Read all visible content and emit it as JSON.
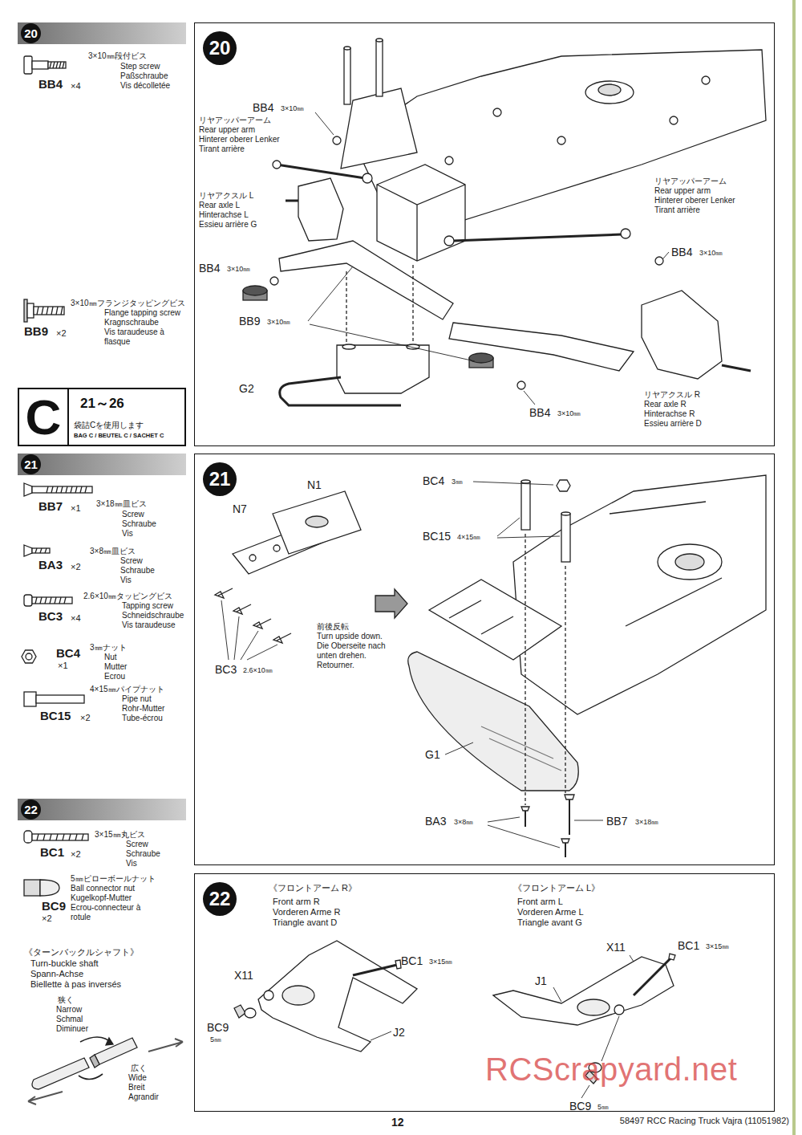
{
  "diagram": {
    "nodes": [
      {
        "text": [
          "20"
        ]
      },
      {
        "text": [
          "20"
        ]
      },
      {
        "text": [
          "C",
          "21～26",
          "袋詰Cを使用します",
          "BAG C / BEUTEL C / SACHET C"
        ]
      },
      {
        "text": [
          "21"
        ]
      },
      {
        "text": [
          "21"
        ]
      },
      {
        "text": [
          "22"
        ]
      },
      {
        "text": [
          "22"
        ]
      }
    ],
    "labels": [
      "3×10㎜段付ビス",
      "Step screw",
      "Paßschraube",
      "Vis décolletée",
      "BB4",
      "×4",
      "3×10㎜フランジタッピングビス",
      "Flange tapping screw",
      "Kragnschraube",
      "Vis taraudeuse à flasque",
      "BB9",
      "×2",
      "BB4",
      "3×10㎜",
      "リヤアッパーアーム",
      "Rear upper arm",
      "Hinterer oberer Lenker",
      "Tirant arrière",
      "リヤアクスル L",
      "Rear axle L",
      "Hinterachse L",
      "Essieu arrière G",
      "BB4",
      "3×10㎜",
      "BB9",
      "3×10㎜",
      "G2",
      "リヤアッパーアーム",
      "Rear upper arm",
      "Hinterer oberer Lenker",
      "Tirant arrière",
      "BB4",
      "3×10㎜",
      "BB4",
      "3×10㎜",
      "リヤアクスル R",
      "Rear axle R",
      "Hinterachse R",
      "Essieu arrière D",
      "BB7",
      "×1",
      "3×18㎜皿ビス",
      "Screw",
      "Schraube",
      "Vis",
      "BA3",
      "×2",
      "3×8㎜皿ビス",
      "Screw",
      "Schraube",
      "Vis",
      "BC3",
      "×4",
      "2.6×10㎜タッピングビス",
      "Tapping screw",
      "Schneidschraube",
      "Vis taraudeuse",
      "BC4",
      "×1",
      "3㎜ナット",
      "Nut",
      "Mutter",
      "Ecrou",
      "BC15",
      "×2",
      "4×15㎜パイプナット",
      "Pipe nut",
      "Rohr-Mutter",
      "Tube-écrou",
      "N1",
      "N7",
      "BC3",
      "2.6×10㎜",
      "前後反転",
      "Turn upside down.",
      "Die Oberseite nach unten drehen.",
      "Retourner.",
      "BC4",
      "3㎜",
      "BC15",
      "4×15㎜",
      "G1",
      "BA3",
      "3×8㎜",
      "BB7",
      "3×18㎜",
      "BC1",
      "×2",
      "3×15㎜丸ビス",
      "Screw",
      "Schraube",
      "Vis",
      "BC9",
      "×2",
      "5㎜ピローボールナット",
      "Ball connector nut",
      "Kugelkopf-Mutter",
      "Ecrou-connecteur à rotule",
      "《ターンバックルシャフト》",
      "Turn-buckle shaft",
      "Spann-Achse",
      "Biellette à pas inversés",
      "狭く",
      "Narrow",
      "Schmal",
      "Diminuer",
      "広く",
      "Wide",
      "Breit",
      "Agrandir",
      "《フロントアーム R》",
      "Front arm R",
      "Vorderen Arme R",
      "Triangle avant D",
      "《フロントアーム L》",
      "Front arm L",
      "Vorderen Arme L",
      "Triangle avant G",
      "X11",
      "BC1",
      "3×15㎜",
      "BC9",
      "5㎜",
      "J2",
      "X11",
      "BC1",
      "3×15㎜",
      "J1",
      "BC9",
      "5㎜",
      "12",
      "58497 RCC Racing Truck Vajra (11051982)",
      "RCScrapyard.net"
    ]
  }
}
